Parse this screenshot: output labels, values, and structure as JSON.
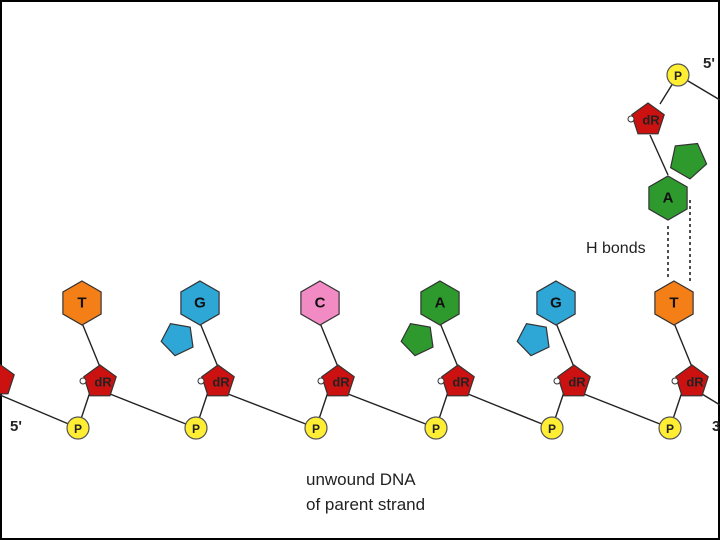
{
  "colors": {
    "background": "#ffffff",
    "frame": "#000000",
    "sugar": "#cc1111",
    "phosphate": "#ffee33",
    "T": "#f57f17",
    "G": "#2ea6d6",
    "C": "#f28bc4",
    "A": "#2e9a2e"
  },
  "diagram": {
    "sugar_label": "dR",
    "phosphate_label": "P",
    "parent_strand": {
      "bases": [
        "T",
        "G",
        "C",
        "A",
        "G",
        "T"
      ],
      "end_left": "5'",
      "end_right": "3"
    },
    "new_strand": {
      "base": "A",
      "end_label": "5'"
    },
    "hbond_label": "H bonds",
    "caption_line1": "unwound DNA",
    "caption_line2": "of parent strand"
  }
}
